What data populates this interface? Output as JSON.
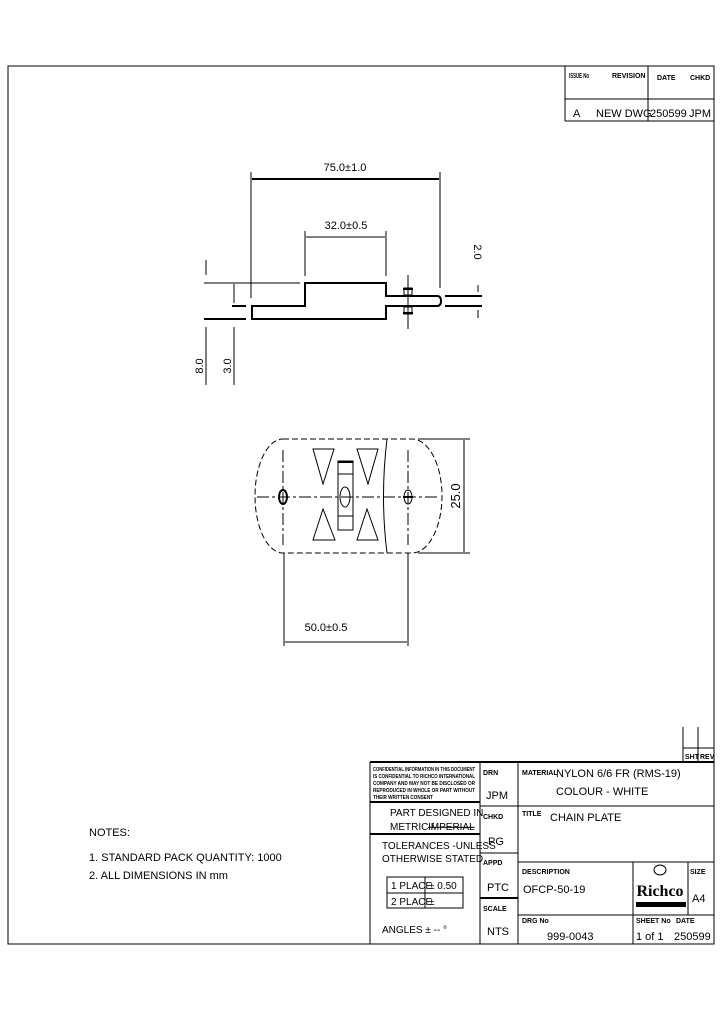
{
  "revision_block": {
    "headers": {
      "issue": "ISSUE No",
      "revision": "REVISION",
      "date": "DATE",
      "chkd": "CHKD"
    },
    "row": {
      "issue": "A",
      "revision": "NEW DWG",
      "date": "250599",
      "chkd": "JPM"
    }
  },
  "dimensions": {
    "overall_length": "75.0±1.0",
    "step_length": "32.0±0.5",
    "thin_thickness": "2.0",
    "overall_height": "8.0",
    "thick_step": "3.0",
    "width": "25.0",
    "hole_pitch": "50.0±0.5"
  },
  "notes": {
    "heading": "NOTES:",
    "items": [
      "1. STANDARD PACK QUANTITY: 1000",
      "2. ALL DIMENSIONS IN mm"
    ]
  },
  "title_block": {
    "sht_label": "SHT",
    "rev_label": "REV",
    "copyright": [
      "CONFIDENTIAL INFORMATION IN THIS DOCUMENT",
      "IS CONFIDENTIAL TO RICHCO INTERNATIONAL",
      "COMPANY AND MAY NOT BE DISCLOSED OR",
      "REPRODUCED IN WHOLE OR PART WITHOUT",
      "THEIR WRITTEN CONSENT"
    ],
    "part_designed": "PART DESIGNED IN",
    "metric": "METRIC /",
    "imperial": "IMPERIAL",
    "tolerances_1": "TOLERANCES  -UNLESS",
    "tolerances_2": "OTHERWISE STATED",
    "tol_rows": [
      {
        "label": "1 PLACE",
        "value": "± 0.50"
      },
      {
        "label": "2 PLACE",
        "value": "±"
      }
    ],
    "angles": "ANGLES ±  -- °",
    "drn_label": "DRN",
    "drn": "JPM",
    "chkd_label": "CHKD",
    "chkd": "PG",
    "appd_label": "APPD",
    "appd": "PTC",
    "scale_label": "SCALE",
    "scale": "NTS",
    "material_label": "MATERIAL",
    "material": "NYLON 6/6 FR (RMS-19)",
    "colour": "COLOUR - WHITE",
    "title_label": "TITLE",
    "title": "CHAIN PLATE",
    "description_label": "DESCRIPTION",
    "description": "OFCP-50-19",
    "logo": "Richco",
    "size_label": "SIZE",
    "size": "A4",
    "drg_label": "DRG No",
    "drg": "999-0043",
    "sheet_label": "SHEET No",
    "date_label": "DATE",
    "sheet": "1 of 1",
    "date": "250599"
  }
}
